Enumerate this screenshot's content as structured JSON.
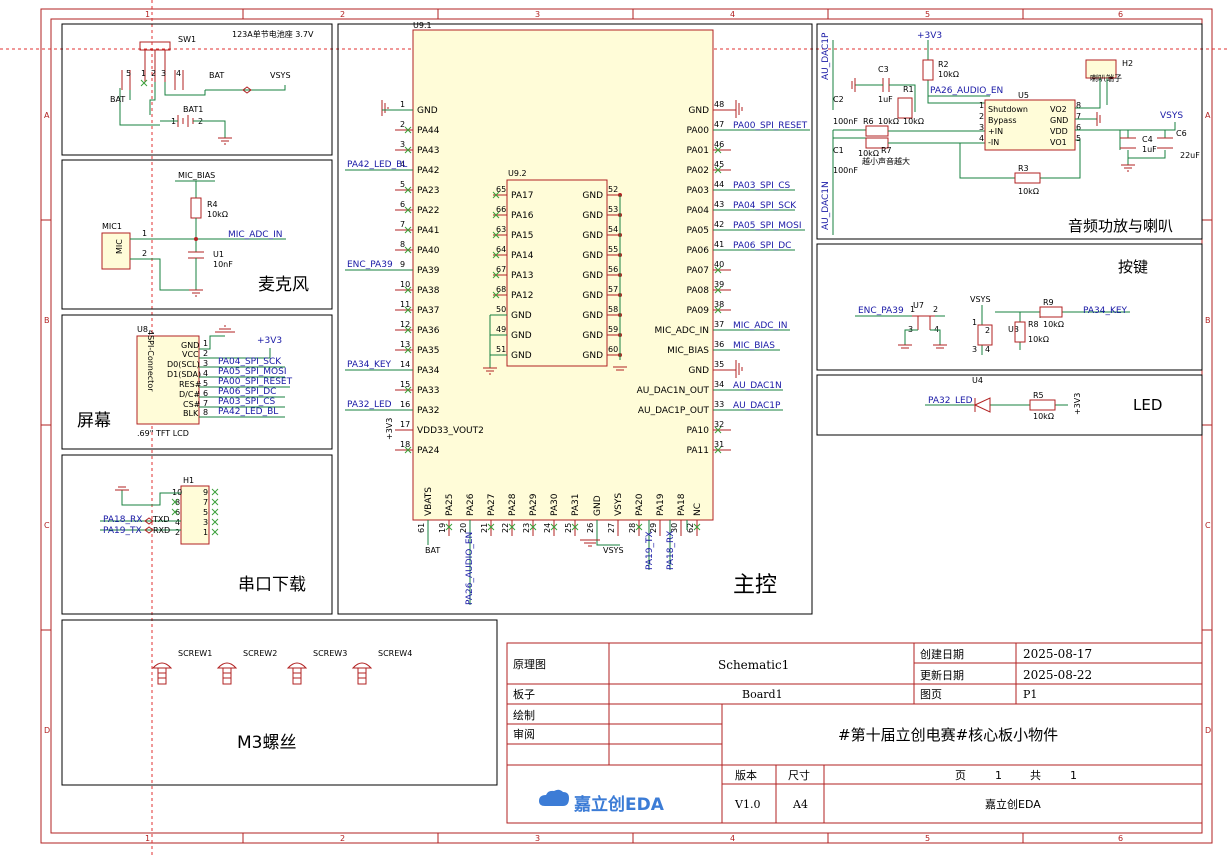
{
  "border": {
    "columns": [
      "1",
      "2",
      "3",
      "4",
      "5",
      "6"
    ],
    "rows": [
      "A",
      "B",
      "C",
      "D"
    ]
  },
  "blocks": {
    "power": {
      "sw1": "SW1",
      "battery_label": "123A单节电池座 3.7V",
      "bat_net": "BAT",
      "vsys": "VSYS",
      "bat1": "BAT1",
      "bat_left": "BAT",
      "pins": [
        "1",
        "2",
        "3",
        "4",
        "5"
      ]
    },
    "mic": {
      "title": "麦克风",
      "mic_bias": "MIC_BIAS",
      "r4": "R4",
      "r4_val": "10kΩ",
      "mic1": "MIC1",
      "mic_body": "MIC",
      "mic_net": "MIC_ADC_IN",
      "u1": "U1",
      "u1_val": "10nF",
      "p1": "1",
      "p2": "2"
    },
    "screen": {
      "title": "屏幕",
      "u8": "U8",
      "conn": "4SPI-Connector",
      "vcc_net": "+3V3",
      "pins": [
        "GND",
        "VCC",
        "D0(SCL)",
        "D1(SDA)",
        "RES#",
        "D/C#",
        "CS#",
        "BLK"
      ],
      "nets": [
        "PA04_SPI_SCK",
        "PA05_SPI_MOSI",
        "PA00_SPI_RESET",
        "PA06_SPI_DC",
        "PA03_SPI_CS",
        "PA42_LED_BL"
      ],
      "footer": ".69\" TFT LCD",
      "numbers": [
        "1",
        "2",
        "3",
        "4",
        "5",
        "6",
        "7",
        "8"
      ]
    },
    "uart": {
      "title": "串口下载",
      "h1": "H1",
      "left_pins": [
        "10",
        "8",
        "6",
        "4",
        "2"
      ],
      "right_pins": [
        "9",
        "7",
        "5",
        "3",
        "1"
      ],
      "pa18": "PA18_RX",
      "pa19": "PA19_TX",
      "txd": "TXD",
      "rxd": "RXD"
    },
    "main": {
      "title": "主控",
      "u91": "U9.1",
      "u92": "U9.2",
      "left": [
        {
          "n": "1",
          "name": "GND"
        },
        {
          "n": "2",
          "name": "PA44"
        },
        {
          "n": "3",
          "name": "PA43"
        },
        {
          "n": "4",
          "name": "PA42"
        },
        {
          "n": "5",
          "name": "PA23"
        },
        {
          "n": "6",
          "name": "PA22"
        },
        {
          "n": "7",
          "name": "PA41"
        },
        {
          "n": "8",
          "name": "PA40"
        },
        {
          "n": "9",
          "name": "PA39"
        },
        {
          "n": "10",
          "name": "PA38"
        },
        {
          "n": "11",
          "name": "PA37"
        },
        {
          "n": "12",
          "name": "PA36"
        },
        {
          "n": "13",
          "name": "PA35"
        },
        {
          "n": "14",
          "name": "PA34"
        },
        {
          "n": "15",
          "name": "PA33"
        },
        {
          "n": "16",
          "name": "PA32"
        },
        {
          "n": "17",
          "name": "VDD33_VOUT2"
        },
        {
          "n": "18",
          "name": "PA24"
        }
      ],
      "left_nets": {
        "pa42": "PA42_LED_BL",
        "pa39": "ENC_PA39",
        "pa34": "PA34_KEY",
        "pa32": "PA32_LED",
        "v33": "+3V3"
      },
      "right": [
        {
          "n": "48",
          "name": "GND"
        },
        {
          "n": "47",
          "name": "PA00"
        },
        {
          "n": "46",
          "name": "PA01"
        },
        {
          "n": "45",
          "name": "PA02"
        },
        {
          "n": "44",
          "name": "PA03"
        },
        {
          "n": "43",
          "name": "PA04"
        },
        {
          "n": "42",
          "name": "PA05"
        },
        {
          "n": "41",
          "name": "PA06"
        },
        {
          "n": "40",
          "name": "PA07"
        },
        {
          "n": "39",
          "name": "PA08"
        },
        {
          "n": "38",
          "name": "PA09"
        },
        {
          "n": "37",
          "name": "MIC_ADC_IN"
        },
        {
          "n": "36",
          "name": "MIC_BIAS"
        },
        {
          "n": "35",
          "name": "GND"
        },
        {
          "n": "34",
          "name": "AU_DAC1N_OUT"
        },
        {
          "n": "33",
          "name": "AU_DAC1P_OUT"
        },
        {
          "n": "32",
          "name": "PA10"
        },
        {
          "n": "31",
          "name": "PA11"
        }
      ],
      "right_nets": [
        "PA00_SPI_RESET",
        "PA03_SPI_CS",
        "PA04_SPI_SCK",
        "PA05_SPI_MOSI",
        "PA06_SPI_DC",
        "MIC_ADC_IN",
        "MIC_BIAS",
        "AU_DAC1N",
        "AU_DAC1P"
      ],
      "bottom": [
        {
          "n": "61",
          "name": "VBATS"
        },
        {
          "n": "19",
          "name": "PA25"
        },
        {
          "n": "20",
          "name": "PA26"
        },
        {
          "n": "21",
          "name": "PA27"
        },
        {
          "n": "22",
          "name": "PA28"
        },
        {
          "n": "23",
          "name": "PA29"
        },
        {
          "n": "24",
          "name": "PA30"
        },
        {
          "n": "25",
          "name": "PA31"
        },
        {
          "n": "26",
          "name": "GND"
        },
        {
          "n": "27",
          "name": "VSYS"
        },
        {
          "n": "28",
          "name": "PA20"
        },
        {
          "n": "29",
          "name": "PA19"
        },
        {
          "n": "30",
          "name": "PA18"
        },
        {
          "n": "62",
          "name": "NC"
        }
      ],
      "bottom_nets": {
        "bat": "BAT",
        "audio": "PA26_AUDIO_EN",
        "vsys": "VSYS",
        "pa19": "PA19_TX",
        "pa18": "PA18_RX"
      },
      "u92_left": [
        {
          "n": "65",
          "name": "PA17"
        },
        {
          "n": "66",
          "name": "PA16"
        },
        {
          "n": "63",
          "name": "PA15"
        },
        {
          "n": "64",
          "name": "PA14"
        },
        {
          "n": "67",
          "name": "PA13"
        },
        {
          "n": "68",
          "name": "PA12"
        },
        {
          "n": "50",
          "name": "GND"
        },
        {
          "n": "49",
          "name": "GND"
        },
        {
          "n": "51",
          "name": "GND"
        }
      ],
      "u92_right": [
        {
          "n": "52",
          "name": "GND"
        },
        {
          "n": "53",
          "name": "GND"
        },
        {
          "n": "54",
          "name": "GND"
        },
        {
          "n": "55",
          "name": "GND"
        },
        {
          "n": "56",
          "name": "GND"
        },
        {
          "n": "57",
          "name": "GND"
        },
        {
          "n": "58",
          "name": "GND"
        },
        {
          "n": "59",
          "name": "GND"
        },
        {
          "n": "60",
          "name": "GND"
        }
      ]
    },
    "audio": {
      "title": "音频功放与喇叭",
      "dac1p": "AU_DAC1P",
      "dac1n": "AU_DAC1N",
      "v33": "+3V3",
      "r2": "R2",
      "r2_val": "10kΩ",
      "audio_en": "PA26_AUDIO_EN",
      "c3": "C3",
      "c3_val": "1uF",
      "r1": "R1",
      "r1_val": "10kΩ",
      "c2": "C2",
      "c2_val": "100nF",
      "c1": "C1",
      "c1_val": "100nF",
      "r6": "R6",
      "r6_val": "10kΩ",
      "r7": "R7",
      "r7_val": "10kΩ",
      "gain_note": "越小声音越大",
      "u5": "U5",
      "u5_left": [
        "Shutdown",
        "Bypass",
        "+IN",
        "-IN"
      ],
      "u5_right": [
        "VO2",
        "GND",
        "VDD",
        "VO1"
      ],
      "u5_lnum": [
        "1",
        "2",
        "3",
        "4"
      ],
      "u5_rnum": [
        "8",
        "7",
        "6",
        "5"
      ],
      "r3": "R3",
      "r3_val": "10kΩ",
      "h2": "H2",
      "h2_label": "喇叭端子",
      "vsys": "VSYS",
      "c4": "C4",
      "c4_val": "1uF",
      "c6": "C6",
      "c6_val": "22uF"
    },
    "key": {
      "title": "按键",
      "enc": "ENC_PA39",
      "u7": "U7",
      "vsys": "VSYS",
      "r9": "R9",
      "r9_val": "10kΩ",
      "key_net": "PA34_KEY",
      "u3": "U3",
      "r8": "R8",
      "r8_val": "10kΩ",
      "pins": [
        "1",
        "2",
        "3",
        "4"
      ]
    },
    "led": {
      "title": "LED",
      "u4": "U4",
      "net": "PA32_LED",
      "r5": "R5",
      "r5_val": "10kΩ",
      "v33": "+3V3"
    },
    "screws": {
      "title": "M3螺丝",
      "items": [
        "SCREW1",
        "SCREW2",
        "SCREW3",
        "SCREW4"
      ]
    }
  },
  "title_block": {
    "schematic_label": "原理图",
    "schematic": "Schematic1",
    "created_label": "创建日期",
    "created": "2025-08-17",
    "updated_label": "更新日期",
    "updated": "2025-08-22",
    "board_label": "板子",
    "board": "Board1",
    "page_label": "图页",
    "page": "P1",
    "drawn_label": "绘制",
    "review_label": "审阅",
    "project": "#第十届立创电赛#核心板小物件",
    "version_label": "版本",
    "size_label": "尺寸",
    "page_word": "页",
    "page_no": "1",
    "total_word": "共",
    "total": "1",
    "version": "V1.0",
    "size": "A4",
    "company": "嘉立创EDA",
    "logo_text": "嘉立创EDA"
  }
}
